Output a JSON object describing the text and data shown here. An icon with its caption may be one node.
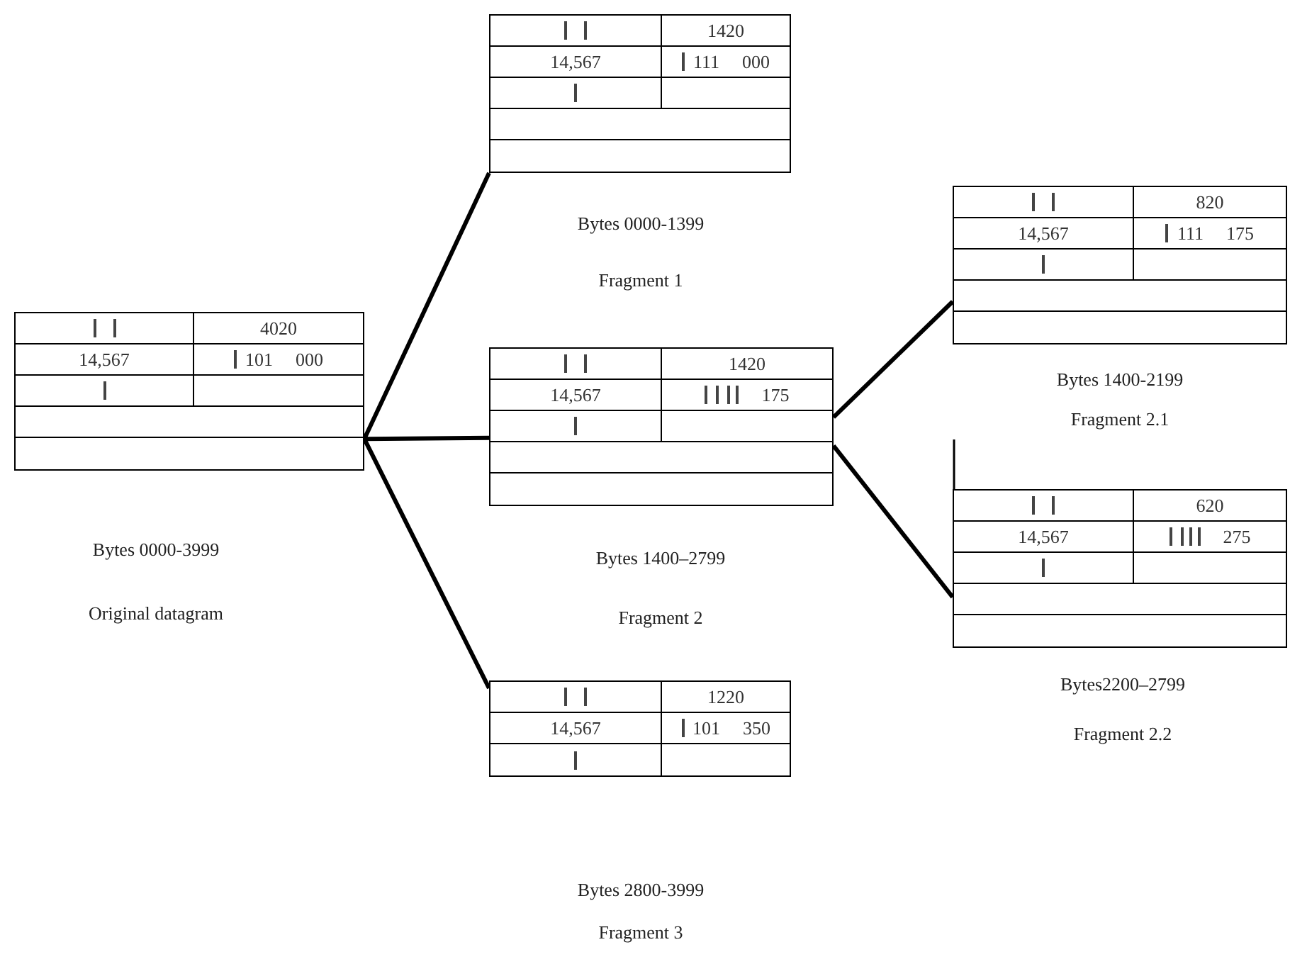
{
  "diagram": {
    "nodes": [
      {
        "text": [
          "4020",
          "14,567",
          "101",
          "000"
        ],
        "beside": [
          "Bytes 0000-3999",
          "Original datagram"
        ]
      },
      {
        "text": [
          "1420",
          "14,567",
          "111",
          "000"
        ],
        "beside": [
          "Bytes 0000-1399",
          "Fragment 1"
        ]
      },
      {
        "text": [
          "1420",
          "14,567",
          "175"
        ],
        "beside": [
          "Bytes 1400–2799",
          "Fragment 2"
        ]
      },
      {
        "text": [
          "820",
          "14,567",
          "111",
          "175"
        ],
        "beside": [
          "Bytes 1400-2199",
          "Fragment 2.1"
        ]
      },
      {
        "text": [
          "620",
          "14,567",
          "275"
        ],
        "beside": [
          "Bytes2200–2799",
          "Fragment 2.2"
        ]
      },
      {
        "text": [
          "1220",
          "14,567",
          "101",
          "350"
        ],
        "beside": [
          "Bytes 2800-3999",
          "Fragment 3"
        ]
      }
    ],
    "edges": [
      {
        "from": 0,
        "to": 1,
        "arrow": "none"
      },
      {
        "from": 0,
        "to": 2,
        "arrow": "none"
      },
      {
        "from": 0,
        "to": 5,
        "arrow": "none"
      },
      {
        "from": 2,
        "to": 3,
        "arrow": "none"
      },
      {
        "from": 2,
        "to": 4,
        "arrow": "none"
      }
    ]
  }
}
